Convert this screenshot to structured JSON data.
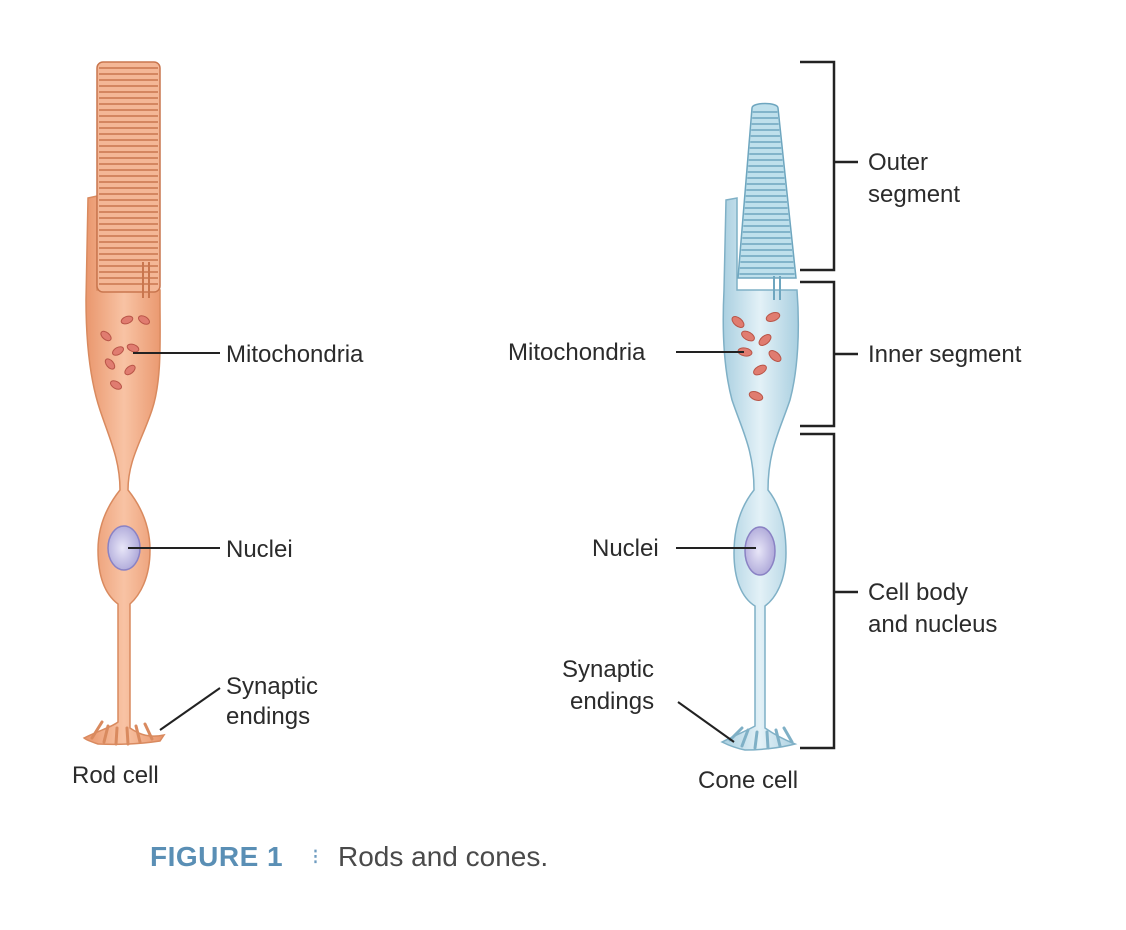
{
  "rod": {
    "name": "Rod cell",
    "labels": {
      "mitochondria": "Mitochondria",
      "nuclei": "Nuclei",
      "synaptic_line1": "Synaptic",
      "synaptic_line2": "endings"
    },
    "color": "#f4b796"
  },
  "cone": {
    "name": "Cone cell",
    "labels": {
      "mitochondria": "Mitochondria",
      "nuclei": "Nuclei",
      "synaptic_line1": "Synaptic",
      "synaptic_line2": "endings"
    },
    "color": "#cfe6f0"
  },
  "segments": {
    "outer_line1": "Outer",
    "outer_line2": "segment",
    "inner": "Inner segment",
    "body_line1": "Cell body",
    "body_line2": "and nucleus"
  },
  "caption": {
    "label": "FIGURE 1",
    "separator": "⁝",
    "text": "Rods and cones."
  },
  "colors": {
    "rod_fill": "#f4b796",
    "rod_stroke": "#d98a5f",
    "cone_fill": "#cfe6f0",
    "cone_stroke": "#7fb0c6",
    "mitochondria": "#e07c70",
    "nucleus": "#c8c4ea"
  }
}
